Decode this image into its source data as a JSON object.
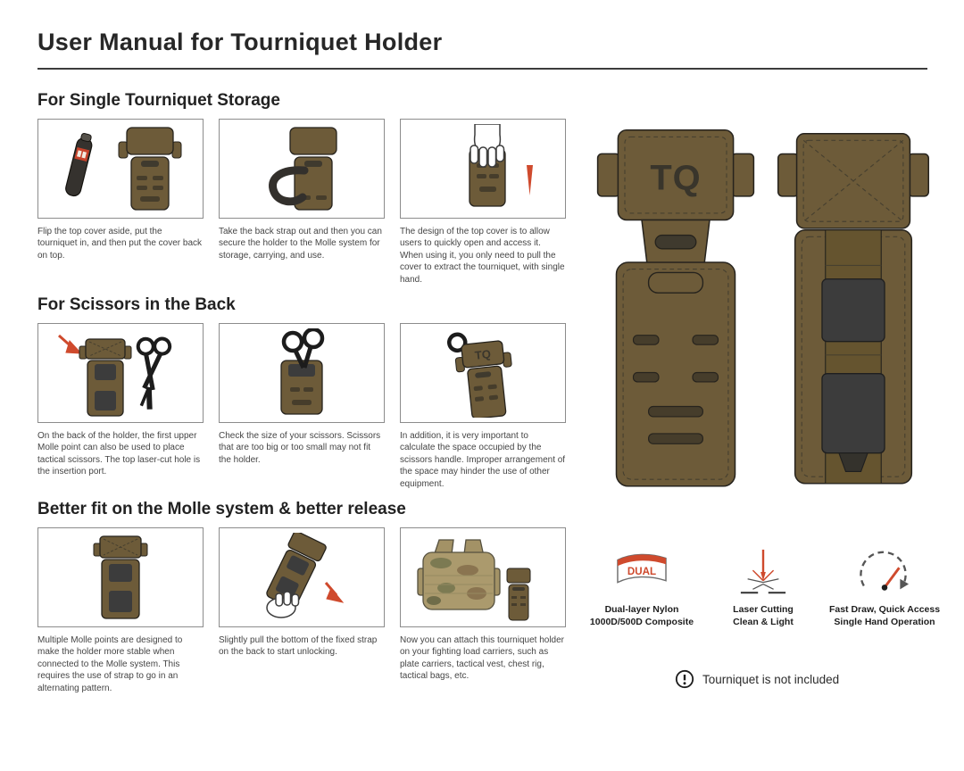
{
  "colors": {
    "holder_brown": "#6d5b39",
    "accent_red": "#cf4a2d",
    "panel_dark": "#3c3c3c"
  },
  "page": {
    "title": "User Manual for Tourniquet Holder"
  },
  "product": {
    "logo": "TQ"
  },
  "sections": [
    {
      "heading": "For Single Tourniquet Storage",
      "steps": [
        {
          "illustration": "tourniquet-beside-holder",
          "caption": "Flip the top cover aside, put the tourniquet in, and then put the cover back on top."
        },
        {
          "illustration": "holder-with-back-strap-out",
          "caption": "Take the back strap out and then you can secure the holder to the Molle system for storage, carrying, and use."
        },
        {
          "illustration": "hand-pulling-top-cover",
          "caption": "The design of the top cover is to allow users to quickly open and access it. When using it, you only need to pull the cover to extract the tourniquet, with single hand."
        }
      ]
    },
    {
      "heading": "For Scissors in the Back",
      "steps": [
        {
          "illustration": "holder-back-with-scissors",
          "caption": "On the back of the holder, the first upper Molle point can also be used to place tactical scissors. The top laser-cut hole is the insertion port."
        },
        {
          "illustration": "scissors-size-check",
          "caption": "Check the size of your scissors. Scissors that are too big or too small may not fit the holder."
        },
        {
          "illustration": "scissors-handle-space",
          "caption": "In addition, it is very important to calculate the space occupied by the scissors handle. Improper arrangement of the space may hinder the use of other equipment."
        }
      ]
    },
    {
      "heading": "Better fit on the Molle system & better release",
      "steps": [
        {
          "illustration": "holder-molle-points",
          "caption": "Multiple Molle points are designed to make the holder more stable when connected to the Molle system. This requires the use of strap to go in an alternating pattern."
        },
        {
          "illustration": "pull-bottom-strap",
          "caption": "Slightly pull the bottom of the fixed strap on the back to start unlocking."
        },
        {
          "illustration": "plate-carrier-attachment",
          "caption": "Now you can attach this tourniquet holder on your fighting load carriers, such as plate carriers, tactical vest, chest rig, tactical bags, etc."
        }
      ]
    }
  ],
  "features": [
    {
      "icon": "dual-layer-flag-icon",
      "badge": "DUAL",
      "line1": "Dual-layer Nylon",
      "line2": "1000D/500D Composite"
    },
    {
      "icon": "laser-cutting-icon",
      "line1": "Laser Cutting",
      "line2": "Clean & Light"
    },
    {
      "icon": "fast-draw-icon",
      "line1": "Fast Draw, Quick Access",
      "line2": "Single Hand Operation"
    }
  ],
  "note": {
    "icon": "exclamation-circle-icon",
    "text": "Tourniquet is not included"
  }
}
